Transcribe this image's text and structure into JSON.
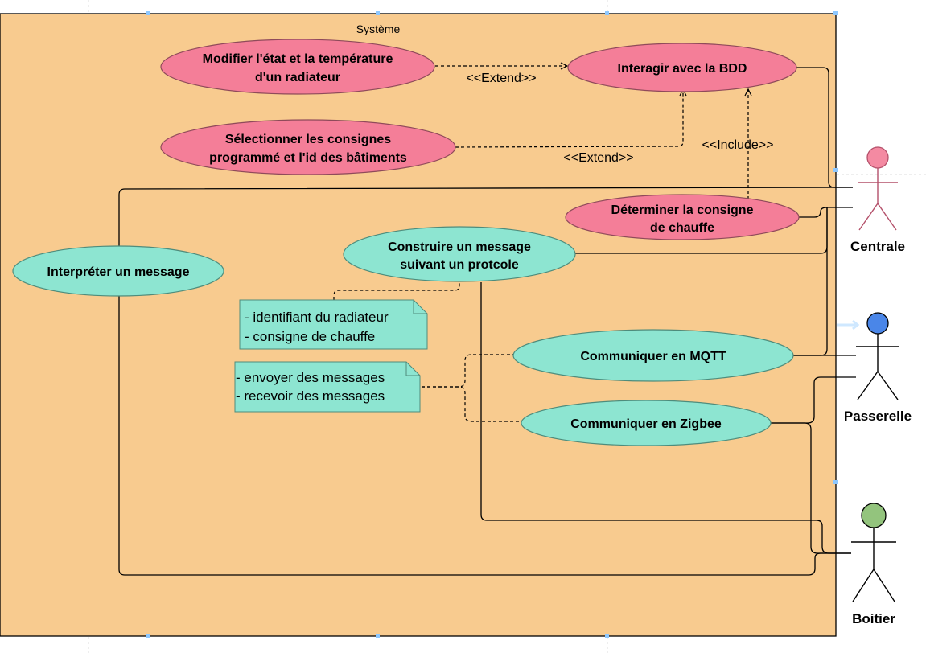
{
  "system": {
    "title": "Système"
  },
  "use_cases": {
    "modifier": {
      "line1": "Modifier l'état et la température",
      "line2": "d'un radiateur"
    },
    "interagir": {
      "line1": "Interagir avec la BDD"
    },
    "selectionner": {
      "line1": "Sélectionner les consignes",
      "line2": "programmé et l'id des bâtiments"
    },
    "determiner": {
      "line1": "Déterminer la consigne",
      "line2": "de chauffe"
    },
    "construire": {
      "line1": "Construire un message",
      "line2": "suivant un protcole"
    },
    "interpreter": {
      "line1": "Interpréter un message"
    },
    "mqtt": {
      "line1": "Communiquer en MQTT"
    },
    "zigbee": {
      "line1": "Communiquer en Zigbee"
    }
  },
  "relations": {
    "extend1": "<<Extend>>",
    "extend2": "<<Extend>>",
    "include": "<<Include>>"
  },
  "notes": {
    "protocol": [
      "- identifiant du radiateur",
      "- consigne de chauffe"
    ],
    "communication": [
      "- envoyer des messages",
      "- recevoir des messages"
    ]
  },
  "actors": {
    "centrale": {
      "label": "Centrale",
      "color": "#f48aa2"
    },
    "passerelle": {
      "label": "Passerelle",
      "color": "#4a86e8"
    },
    "boitier": {
      "label": "Boitier",
      "color": "#93c47d"
    }
  },
  "colors": {
    "system_bg": "#f8cb8f",
    "pink_uc": "#f47e98",
    "green_uc": "#8de5d1",
    "note_bg": "#8de5d1"
  }
}
